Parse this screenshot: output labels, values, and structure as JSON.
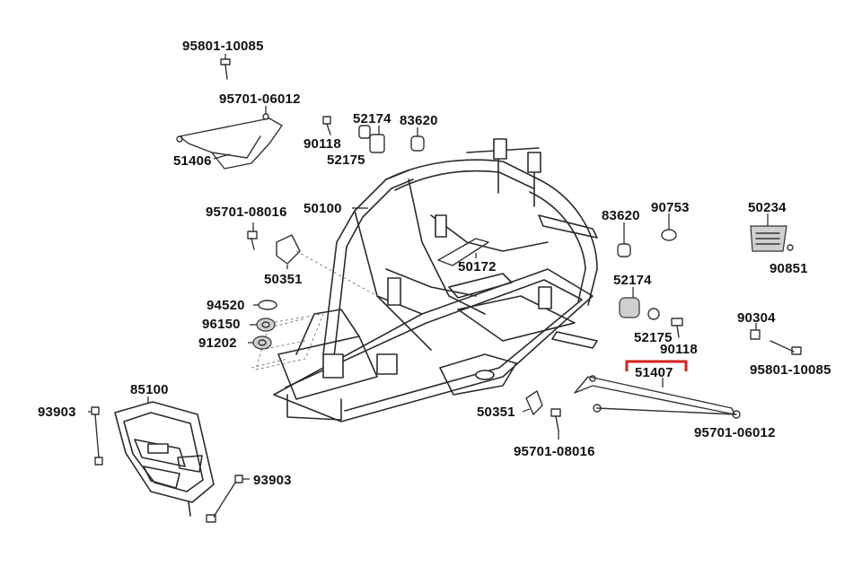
{
  "labels": {
    "l95801_a": "95801-10085",
    "l95701_06012_a": "95701-06012",
    "l51406": "51406",
    "l90118_a": "90118",
    "l52174_a": "52174",
    "l83620_a": "83620",
    "l52175_a": "52175",
    "l50100": "50100",
    "l95701_08016_a": "95701-08016",
    "l50351_a": "50351",
    "l50172": "50172",
    "l94520": "94520",
    "l96150": "96150",
    "l91202": "91202",
    "l83620_b": "83620",
    "l90753": "90753",
    "l50234": "50234",
    "l90851": "90851",
    "l52174_b": "52174",
    "l52175_b": "52175",
    "l90118_b": "90118",
    "l90304": "90304",
    "l95801_b": "95801-10085",
    "l51407": "51407",
    "l85100": "85100",
    "l93903_a": "93903",
    "l93903_b": "93903",
    "l50351_b": "50351",
    "l95701_08016_b": "95701-08016",
    "l95701_06012_b": "95701-06012"
  },
  "highlight": {
    "part": "51407",
    "color": "#d62020"
  }
}
